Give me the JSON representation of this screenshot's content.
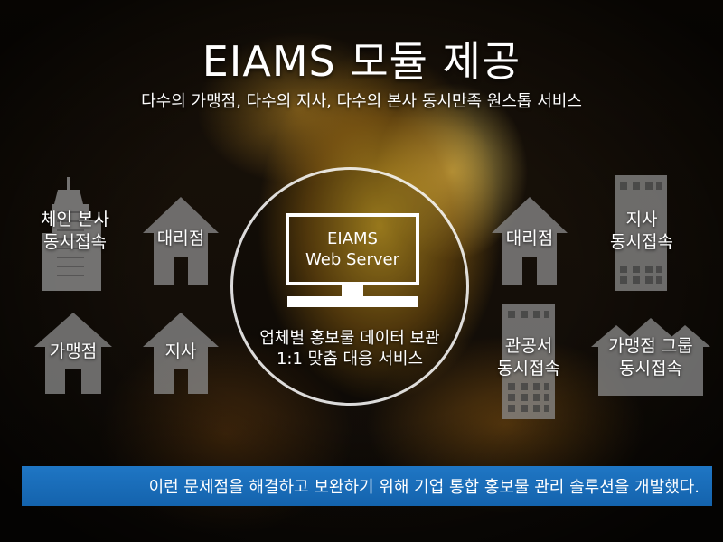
{
  "header": {
    "title": "EIAMS 모듈 제공",
    "subtitle": "다수의 가맹점, 다수의 지사, 다수의 본사 동시만족 원스톱 서비스"
  },
  "left": {
    "hq": [
      "체인 본사",
      "동시접속"
    ],
    "agency": "대리점",
    "franchise": "가맹점",
    "branch": "지사"
  },
  "center": {
    "monitor_line1": "EIAMS",
    "monitor_line2": "Web Server",
    "desc_line1": "업체별 홍보물 데이터 보관",
    "desc_line2": "1:1 맞춤 대응 서비스"
  },
  "right": {
    "agency": "대리점",
    "branch": [
      "지사",
      "동시접속"
    ],
    "public_office": [
      "관공서",
      "동시접속"
    ],
    "franchise_group": [
      "가맹점 그룹",
      "동시접속"
    ]
  },
  "footer": {
    "banner": "이런 문제점을 해결하고 보완하기 위해 기업 통합 홍보물 관리 솔루션을 개발했다."
  },
  "colors": {
    "banner": "#1a6cb8",
    "icon_fill": "#8c8c8c"
  }
}
